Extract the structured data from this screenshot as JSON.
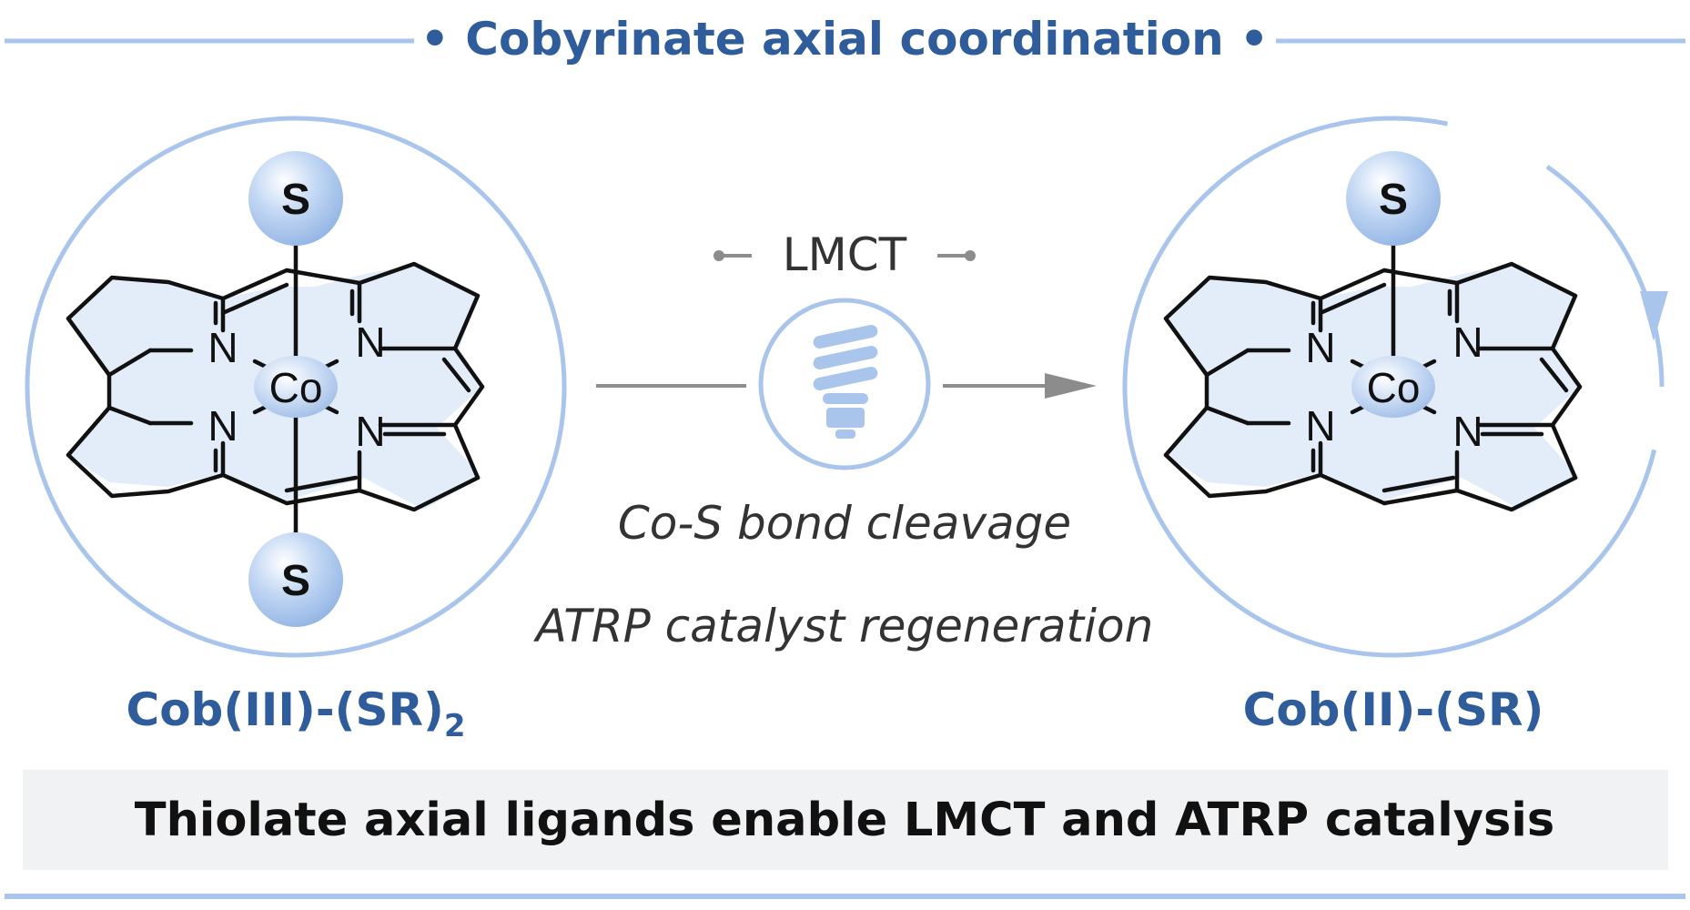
{
  "header": {
    "title": "• Cobyrinate axial coordination •"
  },
  "left_complex": {
    "metal": "Co",
    "nitrogen": "N",
    "axial_top": "S",
    "axial_bottom": "S",
    "name_main": "Cob(III)-(SR)",
    "name_subscript": "2"
  },
  "right_complex": {
    "metal": "Co",
    "nitrogen": "N",
    "axial_top": "S",
    "name": "Cob(II)-(SR)"
  },
  "center": {
    "lmct_label": "LMCT",
    "line1": "Co-S bond cleavage",
    "line2": "ATRP catalyst regeneration",
    "icon": "lightbulb-icon"
  },
  "footer": {
    "caption": "Thiolate axial ligands enable LMCT and ATRP catalysis"
  },
  "colors": {
    "accent_blue": "#2f5c9a",
    "light_blue": "#a9c5ec",
    "ring_fill": "#e3ecf9",
    "caption_box": "#f1f2f4",
    "arrow_gray": "#8c8c8c"
  }
}
